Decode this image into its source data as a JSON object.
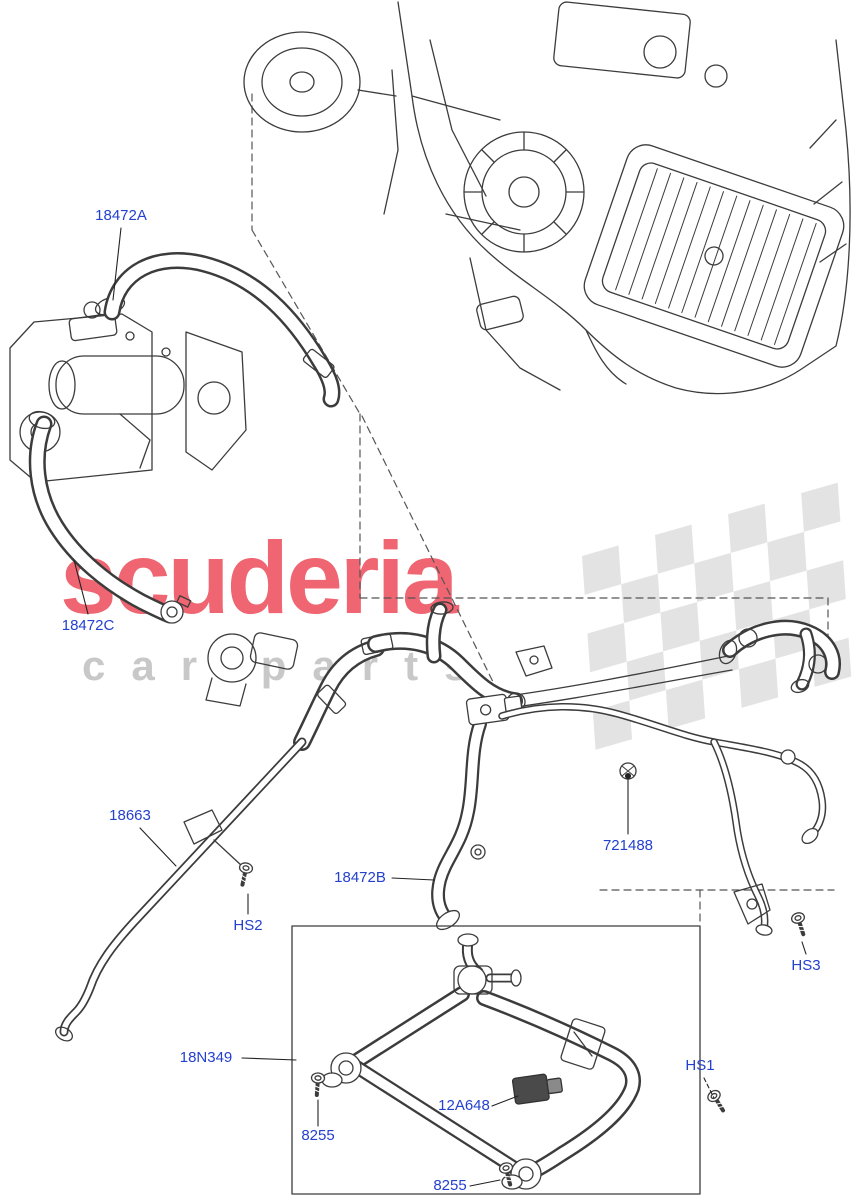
{
  "watermark": {
    "brand": "scuderia",
    "subtitle": "car parts"
  },
  "part_labels": [
    {
      "code": "18472A"
    },
    {
      "code": "18472C"
    },
    {
      "code": "18663"
    },
    {
      "code": "HS2"
    },
    {
      "code": "18472B"
    },
    {
      "code": "721488"
    },
    {
      "code": "HS3"
    },
    {
      "code": "18N349"
    },
    {
      "code": "8255"
    },
    {
      "code": "12A648"
    },
    {
      "code": "HS1"
    },
    {
      "code": "8255"
    }
  ],
  "colors": {
    "part_label": "#2440cf",
    "watermark_brand": "#eb3e4e",
    "watermark_subtitle": "#bebebe",
    "diagram_line": "#3c3c3c",
    "background": "#ffffff"
  }
}
